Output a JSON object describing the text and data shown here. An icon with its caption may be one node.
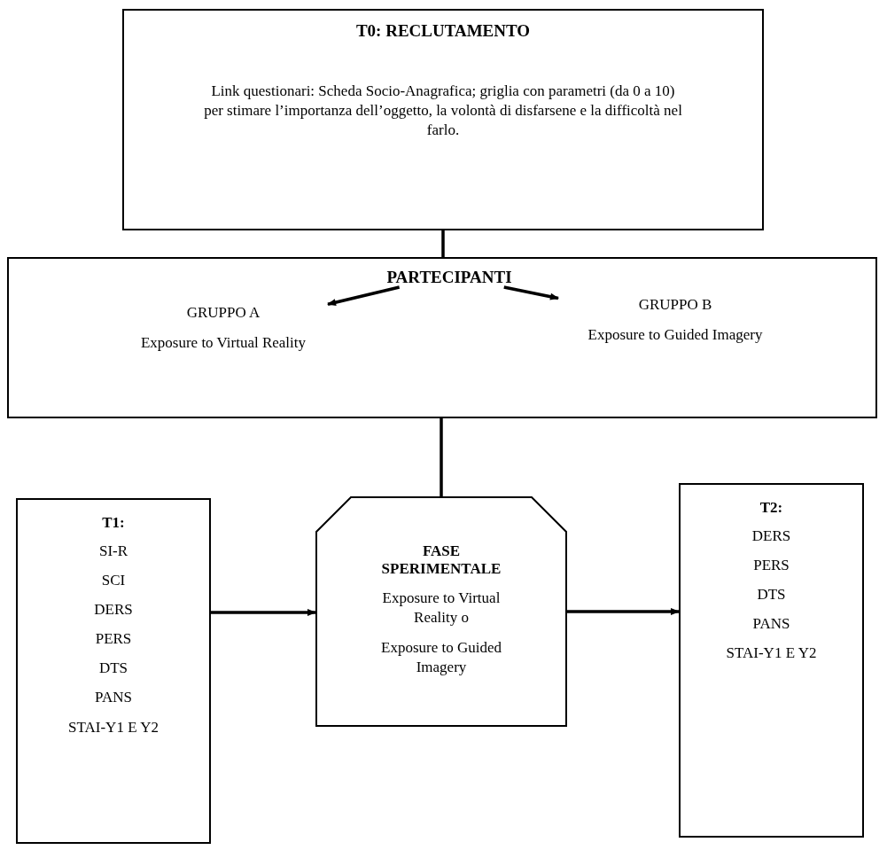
{
  "diagram": {
    "nodes": [
      {
        "text": [
          "T0: RECLUTAMENTO",
          "Link questionari: Scheda Socio-Anagrafica; griglia con parametri (da 0 a 10) per stimare  l’importanza dell’oggetto, la volontà di disfarsene e la difficoltà nel farlo."
        ]
      },
      {
        "text": [],
        "shape": "box"
      },
      {
        "text": [
          "PARTECIPANTI"
        ],
        "in": 1
      },
      {
        "text": [
          "GRUPPO A",
          "Exposure to Virtual Reality"
        ],
        "in": 1
      },
      {
        "text": [
          "GRUPPO B",
          "Exposure to Guided  Imagery"
        ],
        "in": 1
      },
      {
        "text": [
          "T1:",
          "SI-R",
          "SCI",
          "DERS",
          "PERS",
          "DTS",
          "PANS",
          "STAI-Y1 E Y2"
        ]
      },
      {
        "text": [
          "FASE SPERIMENTALE",
          "Exposure to Virtual Reality o",
          "Exposure to Guided Imagery"
        ]
      },
      {
        "text": [
          "T2:",
          "DERS",
          "PERS",
          "DTS",
          "PANS",
          "STAI-Y1 E Y2"
        ]
      }
    ],
    "edges": [
      {
        "from": 0,
        "to": 1,
        "arrow": "none"
      },
      {
        "from": 2,
        "to": 3,
        "arrow": "to"
      },
      {
        "from": 2,
        "to": 4,
        "arrow": "to"
      },
      {
        "from": 1,
        "to": 6,
        "arrow": "none"
      },
      {
        "from": 5,
        "to": 6,
        "arrow": "to"
      },
      {
        "from": 6,
        "to": 7,
        "arrow": "to"
      }
    ]
  }
}
